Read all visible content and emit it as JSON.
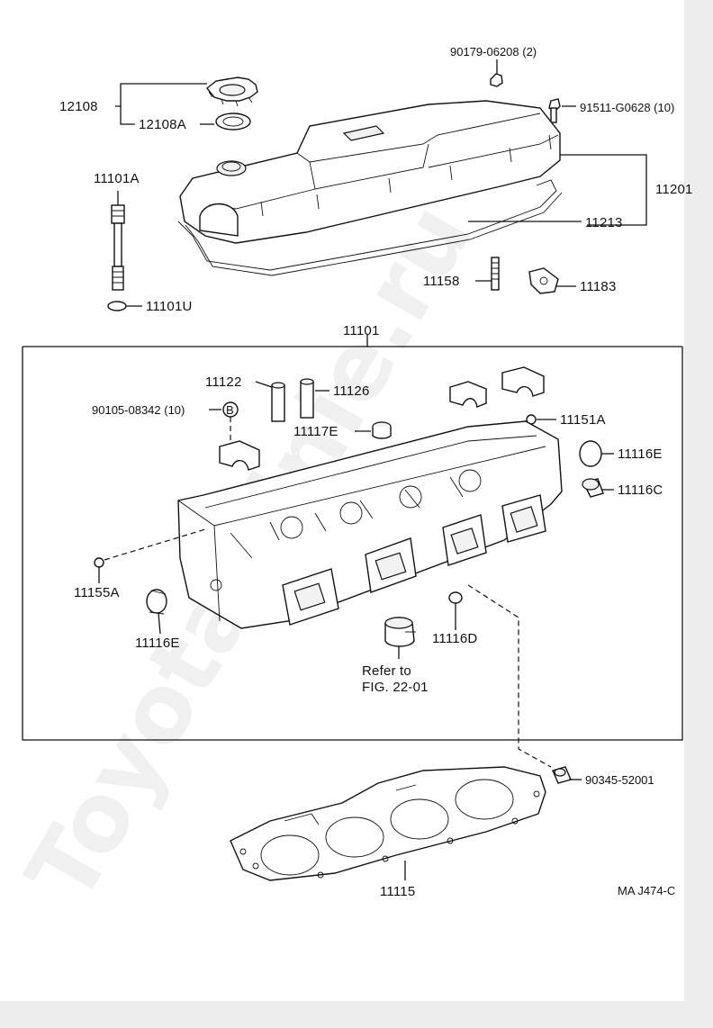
{
  "watermark": "ToyotaMinie.ru",
  "figure_code": "MA J474-C",
  "refer_note": {
    "line1": "Refer to",
    "line2": "FIG. 22-01"
  },
  "labels": {
    "cap": "12108",
    "cap_gasket": "12108A",
    "nut": "90179-06208 (2)",
    "bolt": "91511-G0628 (10)",
    "head_cover": "11201",
    "cover_gasket": "11213",
    "stud_bolt": "11101A",
    "stud_washer": "11101U",
    "stud_11158": "11158",
    "hanger": "11183",
    "head_subassembly": "11101",
    "guide_11122": "11122",
    "guide_11126": "11126",
    "plug_b": "90105-08342 (10)",
    "insert_11117e": "11117E",
    "plug_11151a": "11151A",
    "plug_11116e_right": "11116E",
    "plug_11116c": "11116C",
    "plug_11155a": "11155A",
    "plug_11116e_left": "11116E",
    "plug_11116d": "11116D",
    "head_gasket": "11115",
    "head_bolt": "90345-52001",
    "b_mark": "B"
  }
}
